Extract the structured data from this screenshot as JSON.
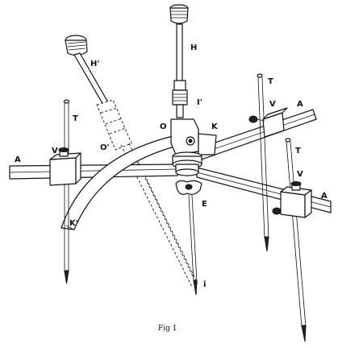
{
  "labels": {
    "H": "H",
    "H_prime": "H'",
    "I_prime": "I'",
    "T_left": "T",
    "T_top_right": "T",
    "T_right": "T",
    "V_left": "V",
    "V_top_right": "V",
    "V_right": "V",
    "A_left": "A",
    "A_top_right": "A",
    "A_right": "A",
    "O": "O",
    "O_prime": "O'",
    "K": "K",
    "K_prime": "K'",
    "E": "E",
    "i": "i"
  },
  "caption": "Fig 1"
}
